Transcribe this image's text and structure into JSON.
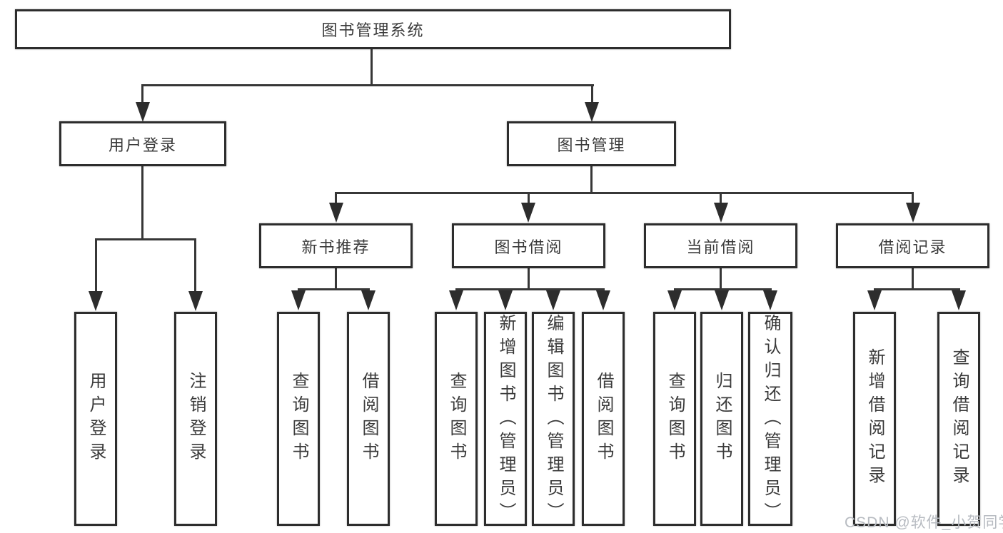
{
  "diagram_title": "图书管理系统",
  "nodes": {
    "root": "图书管理系统",
    "level2": [
      "用户登录",
      "图书管理"
    ],
    "level3": [
      "新书推荐",
      "图书借阅",
      "当前借阅",
      "借阅记录"
    ],
    "leaves": {
      "user_login": [
        "用户登录",
        "注销登录"
      ],
      "new_book": [
        "查询图书",
        "借阅图书"
      ],
      "book_borrow": [
        "查询图书",
        "新增图书（管理员）",
        "编辑图书（管理员）",
        "借阅图书"
      ],
      "current_borrow": [
        "查询图书",
        "归还图书",
        "确认归还（管理员）"
      ],
      "borrow_record": [
        "新增借阅记录",
        "查询借阅记录"
      ]
    }
  },
  "watermark": "CSDN @软件_小贺同学",
  "colors": {
    "background": "#ffffff",
    "box_border": "#2d2d2d",
    "line": "#373737",
    "text": "#3a3a3a",
    "watermark": "#b7bbc1"
  }
}
